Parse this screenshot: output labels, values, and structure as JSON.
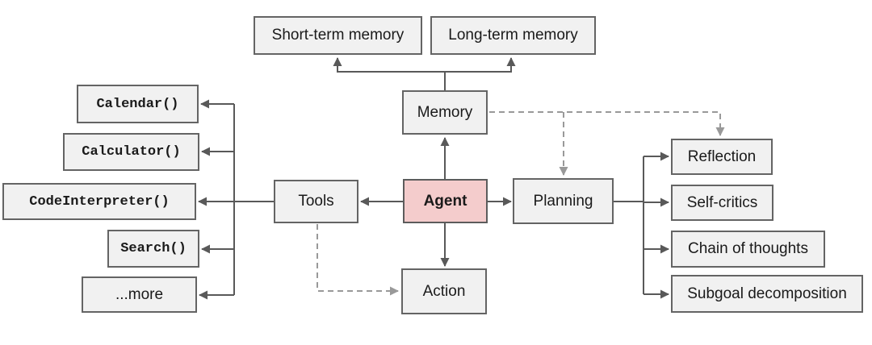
{
  "diagram": {
    "description": "LLM powered autonomous agent overview diagram",
    "nodes": {
      "agent": {
        "label": "Agent"
      },
      "memory": {
        "label": "Memory"
      },
      "tools": {
        "label": "Tools"
      },
      "planning": {
        "label": "Planning"
      },
      "action": {
        "label": "Action"
      },
      "short_term_memory": {
        "label": "Short-term memory"
      },
      "long_term_memory": {
        "label": "Long-term memory"
      },
      "calendar": {
        "label": "Calendar()"
      },
      "calculator": {
        "label": "Calculator()"
      },
      "code_interpreter": {
        "label": "CodeInterpreter()"
      },
      "search": {
        "label": "Search()"
      },
      "more": {
        "label": "...more"
      },
      "reflection": {
        "label": "Reflection"
      },
      "self_critics": {
        "label": "Self-critics"
      },
      "chain_of_thoughts": {
        "label": "Chain of thoughts"
      },
      "subgoal_decomposition": {
        "label": "Subgoal decomposition"
      }
    },
    "edges": [
      {
        "from": "Agent",
        "to": "Memory",
        "style": "solid"
      },
      {
        "from": "Memory",
        "to": "Short-term memory",
        "style": "solid"
      },
      {
        "from": "Memory",
        "to": "Long-term memory",
        "style": "solid"
      },
      {
        "from": "Agent",
        "to": "Tools",
        "style": "solid"
      },
      {
        "from": "Tools",
        "to": "Calendar()",
        "style": "solid"
      },
      {
        "from": "Tools",
        "to": "Calculator()",
        "style": "solid"
      },
      {
        "from": "Tools",
        "to": "CodeInterpreter()",
        "style": "solid"
      },
      {
        "from": "Tools",
        "to": "Search()",
        "style": "solid"
      },
      {
        "from": "Tools",
        "to": "...more",
        "style": "solid"
      },
      {
        "from": "Agent",
        "to": "Planning",
        "style": "solid"
      },
      {
        "from": "Planning",
        "to": "Reflection",
        "style": "solid"
      },
      {
        "from": "Planning",
        "to": "Self-critics",
        "style": "solid"
      },
      {
        "from": "Planning",
        "to": "Chain of thoughts",
        "style": "solid"
      },
      {
        "from": "Planning",
        "to": "Subgoal decomposition",
        "style": "solid"
      },
      {
        "from": "Agent",
        "to": "Action",
        "style": "solid"
      },
      {
        "from": "Memory",
        "to": "Planning",
        "style": "dashed"
      },
      {
        "from": "Memory",
        "to": "Reflection",
        "style": "dashed"
      },
      {
        "from": "Tools",
        "to": "Action",
        "style": "dashed"
      }
    ],
    "colors": {
      "background": "#ffffff",
      "node_fill": "#f1f1f1",
      "node_border": "#646464",
      "agent_fill": "#f4cccc",
      "solid_line": "#595959",
      "dashed_line": "#999999",
      "text": "#1a1a1a"
    }
  }
}
